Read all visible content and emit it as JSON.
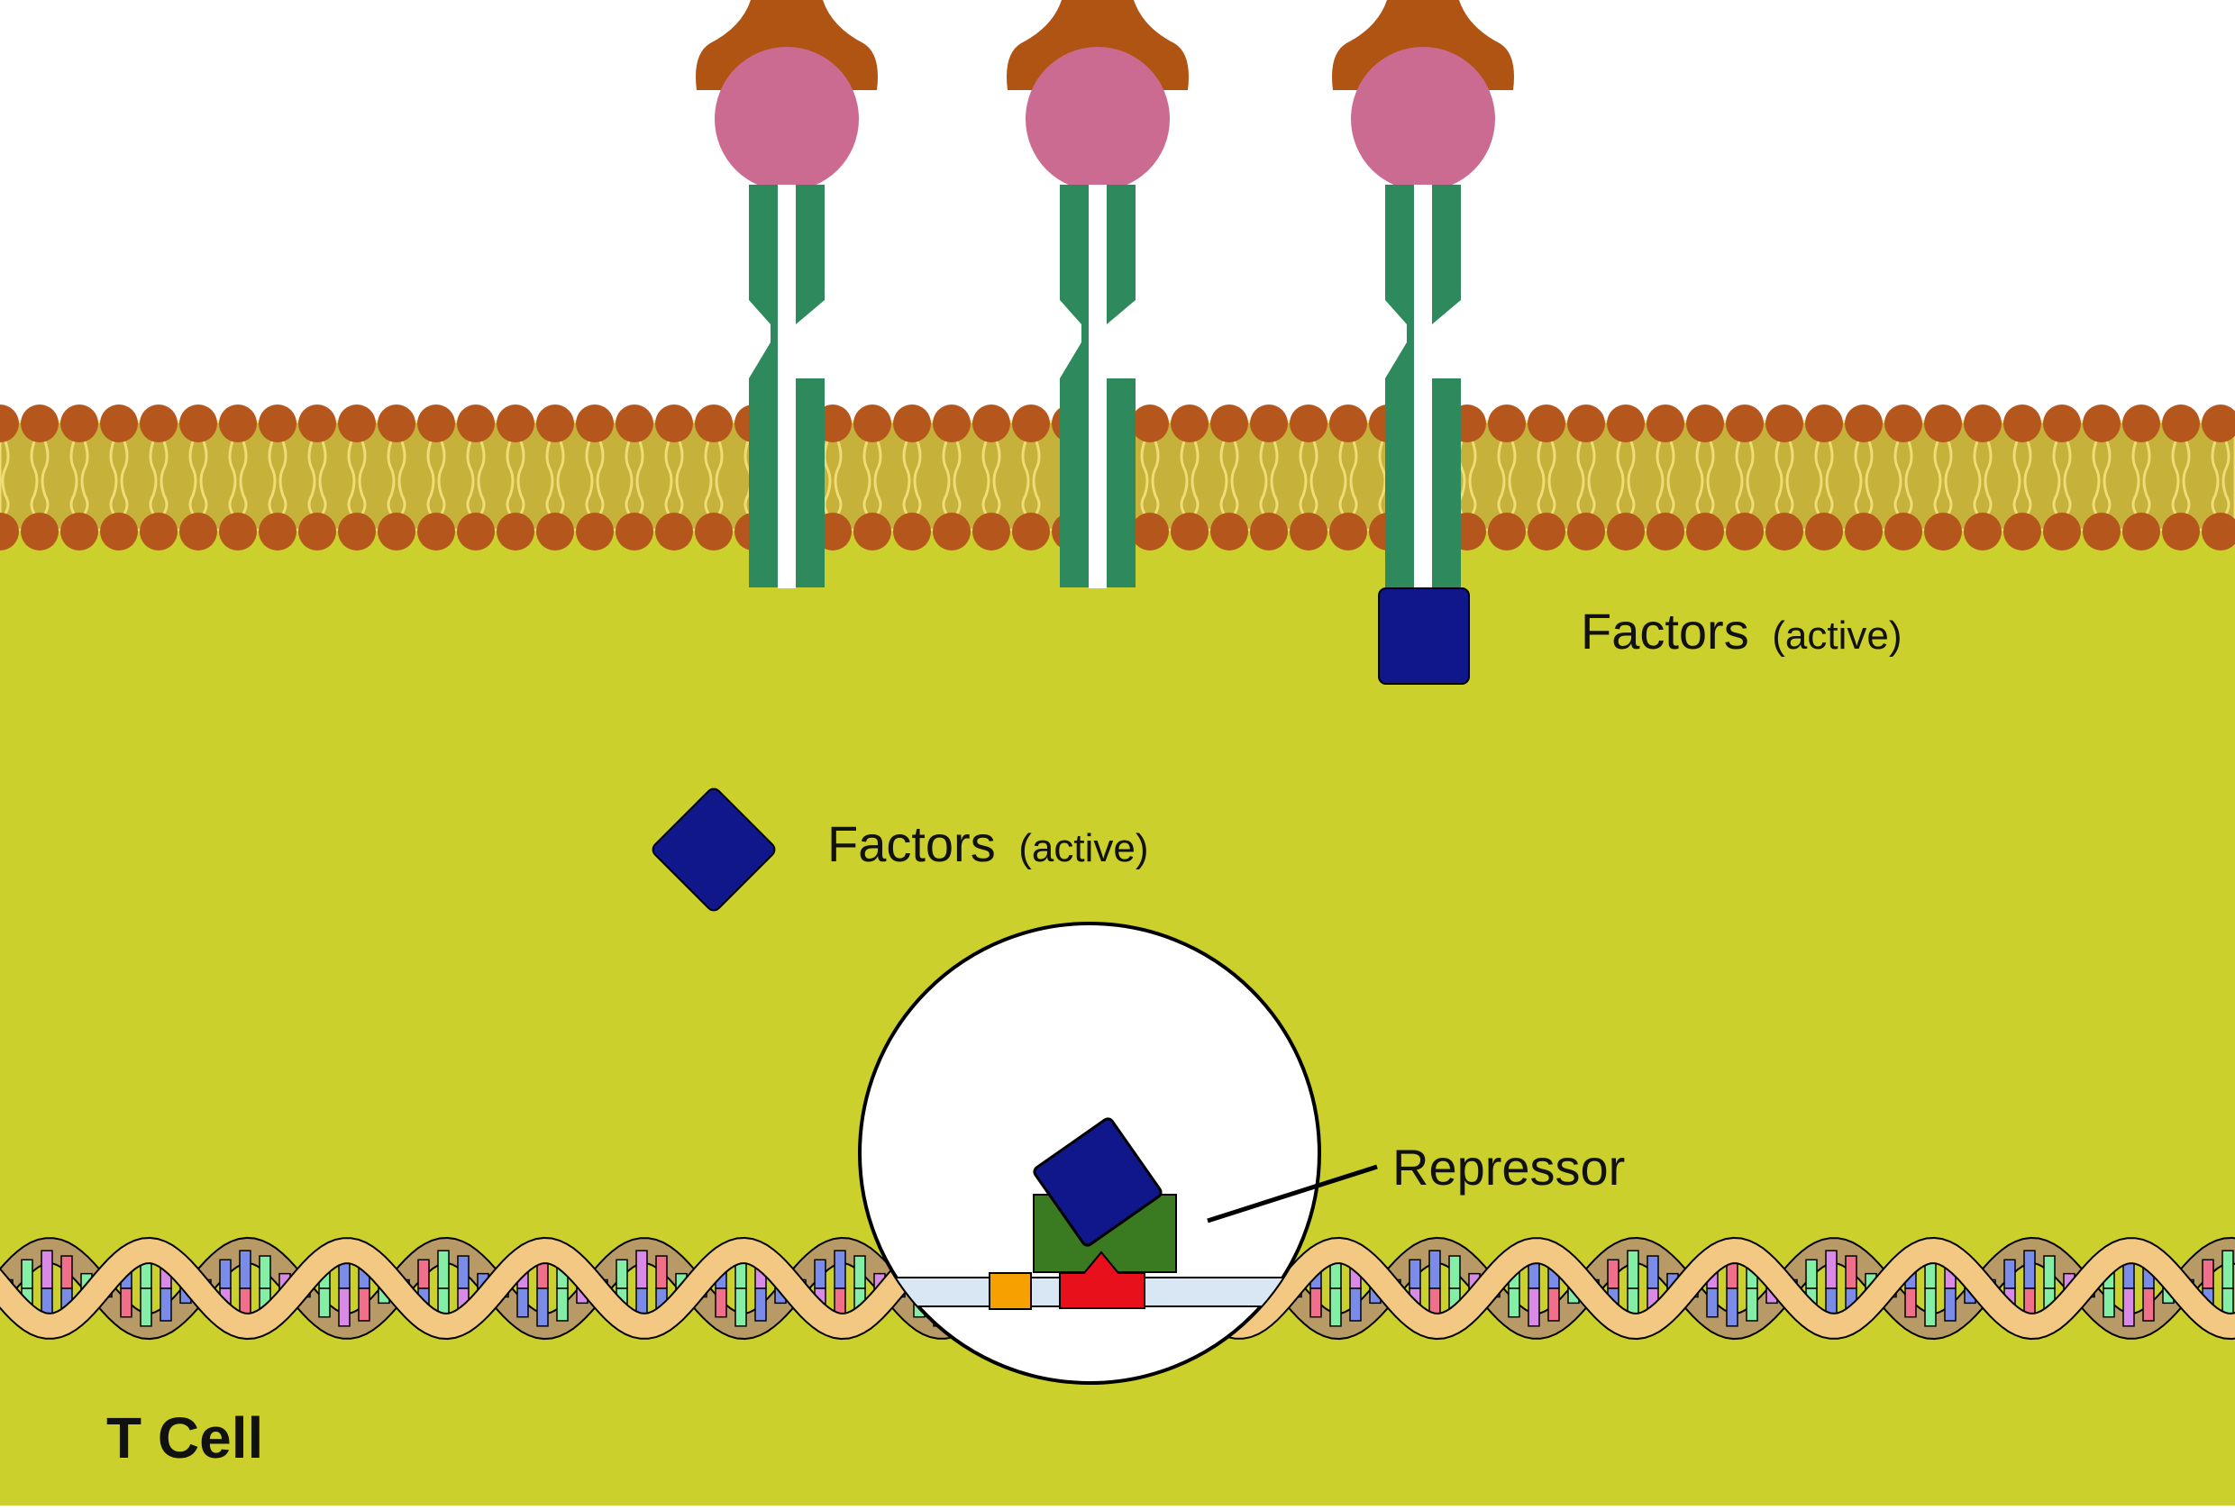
{
  "labels": {
    "factors_membrane": "Factors",
    "factors_membrane_state": "(active)",
    "factors_free": "Factors",
    "factors_free_state": "(active)",
    "repressor": "Repressor",
    "cell": "T Cell"
  },
  "colors": {
    "cytoplasm": "#cbd02c",
    "lipid_head": "#b5561d",
    "receptor_green": "#2e8a5c",
    "ligand_pink": "#cc6b92",
    "ligand_cap": "#b05414",
    "factor_blue": "#0f178a",
    "repressor_green": "#3a7b22",
    "dna_backbone": "#f3c882",
    "dna_shadow": "#b89a66",
    "dna_light": "#d9e6f4",
    "promoter_orange": "#f7a100",
    "site_red": "#e8101a"
  },
  "icons": [
    "ligand-icon",
    "receptor-icon",
    "factor-icon",
    "repressor-icon",
    "dna-helix-icon"
  ]
}
